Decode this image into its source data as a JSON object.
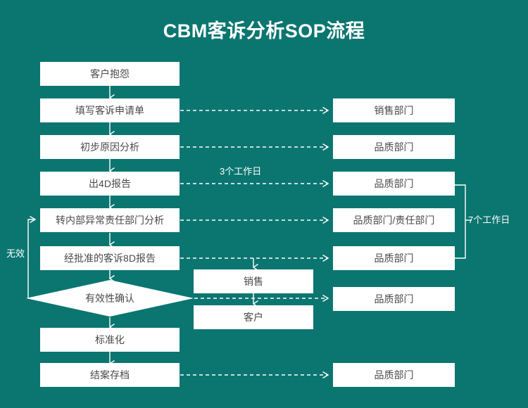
{
  "page": {
    "title": "CBM客诉分析SOP流程",
    "background_color": "#0b7670",
    "node_fill": "#ffffff",
    "node_text_color": "#4a4a4a",
    "line_color": "#ffffff"
  },
  "flow": {
    "main_steps": [
      {
        "id": "step-1",
        "label": "客户抱怨",
        "shape": "rect"
      },
      {
        "id": "step-2",
        "label": "填写客诉申请单",
        "shape": "rect"
      },
      {
        "id": "step-3",
        "label": "初步原因分析",
        "shape": "rect"
      },
      {
        "id": "step-4",
        "label": "出4D报告",
        "shape": "rect"
      },
      {
        "id": "step-5",
        "label": "转内部异常责任部门分析",
        "shape": "rect"
      },
      {
        "id": "step-6",
        "label": "经批准的客诉8D报告",
        "shape": "rect"
      },
      {
        "id": "step-7",
        "label": "有效性确认",
        "shape": "diamond"
      },
      {
        "id": "step-8",
        "label": "标准化",
        "shape": "rect"
      },
      {
        "id": "step-9",
        "label": "结案存档",
        "shape": "rect"
      }
    ],
    "owners": [
      {
        "id": "owner-1",
        "label": "销售部门",
        "for": "step-2"
      },
      {
        "id": "owner-2",
        "label": "品质部门",
        "for": "step-3"
      },
      {
        "id": "owner-3",
        "label": "品质部门",
        "for": "step-4"
      },
      {
        "id": "owner-4",
        "label": "品质部门/责任部门",
        "for": "step-5"
      },
      {
        "id": "owner-5",
        "label": "品质部门",
        "for": "step-6"
      },
      {
        "id": "owner-6",
        "label": "品质部门",
        "for": "step-7"
      },
      {
        "id": "owner-7",
        "label": "品质部门",
        "for": "step-9"
      }
    ],
    "recipients": [
      {
        "id": "recipient-1",
        "label": "销售"
      },
      {
        "id": "recipient-2",
        "label": "客户"
      }
    ],
    "edge_labels": {
      "three_days": "3个工作日",
      "seven_days": "7个工作日",
      "invalid": "无效"
    }
  }
}
